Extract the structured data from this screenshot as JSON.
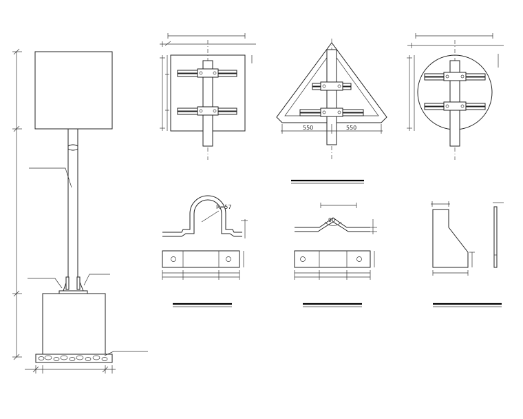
{
  "dimensions": {
    "triangle_half_left": "550",
    "triangle_half_right": "550",
    "clamp_radius": "R=57",
    "bracket_angle": "90"
  }
}
